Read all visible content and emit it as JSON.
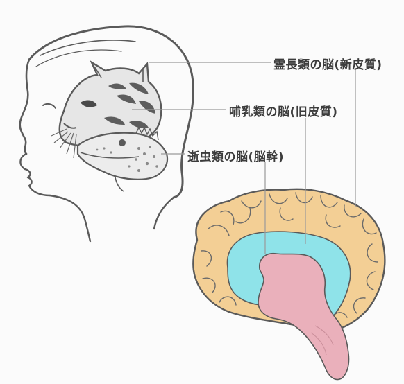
{
  "labels": {
    "primate": "霊長類の脳(新皮質)",
    "mammal": "哺乳類の脳(旧皮質)",
    "reptile": "逝虫類の脳(脳幹)"
  },
  "colors": {
    "neocortex": "#f3cf95",
    "paleocortex": "#8fe3e9",
    "brainstem": "#eab0bb",
    "outline": "#5a5a5a",
    "guide_line": "#9a9a9a"
  }
}
